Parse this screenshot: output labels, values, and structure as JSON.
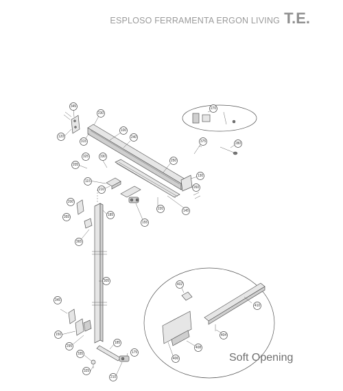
{
  "header": {
    "title": "ESPLOSO FERRAMENTA ERGON LIVING",
    "badge": "T.E."
  },
  "caption": "Soft Opening",
  "part_labels": {
    "p345a": "345",
    "p230": "230",
    "p100": "100",
    "p120a": "120",
    "p315": "315",
    "p240": "240",
    "p325a": "325",
    "p330": "330",
    "p205": "205",
    "p250": "250",
    "p115": "115",
    "p210a": "210",
    "p130": "130",
    "p260": "260",
    "p200": "200",
    "p220": "220",
    "p145": "145",
    "p355": "355",
    "p185": "185",
    "p155": "155",
    "p365": "365",
    "p305": "305",
    "p270": "270",
    "p375": "375",
    "p280": "280",
    "p345b": "345",
    "p150": "150",
    "p295": "295",
    "p185b": "185",
    "p175": "175",
    "p335": "335",
    "p325b": "325",
    "p210b": "210",
    "p402": "402",
    "p410": "410",
    "p404": "404",
    "p406": "406",
    "p408": "408"
  }
}
